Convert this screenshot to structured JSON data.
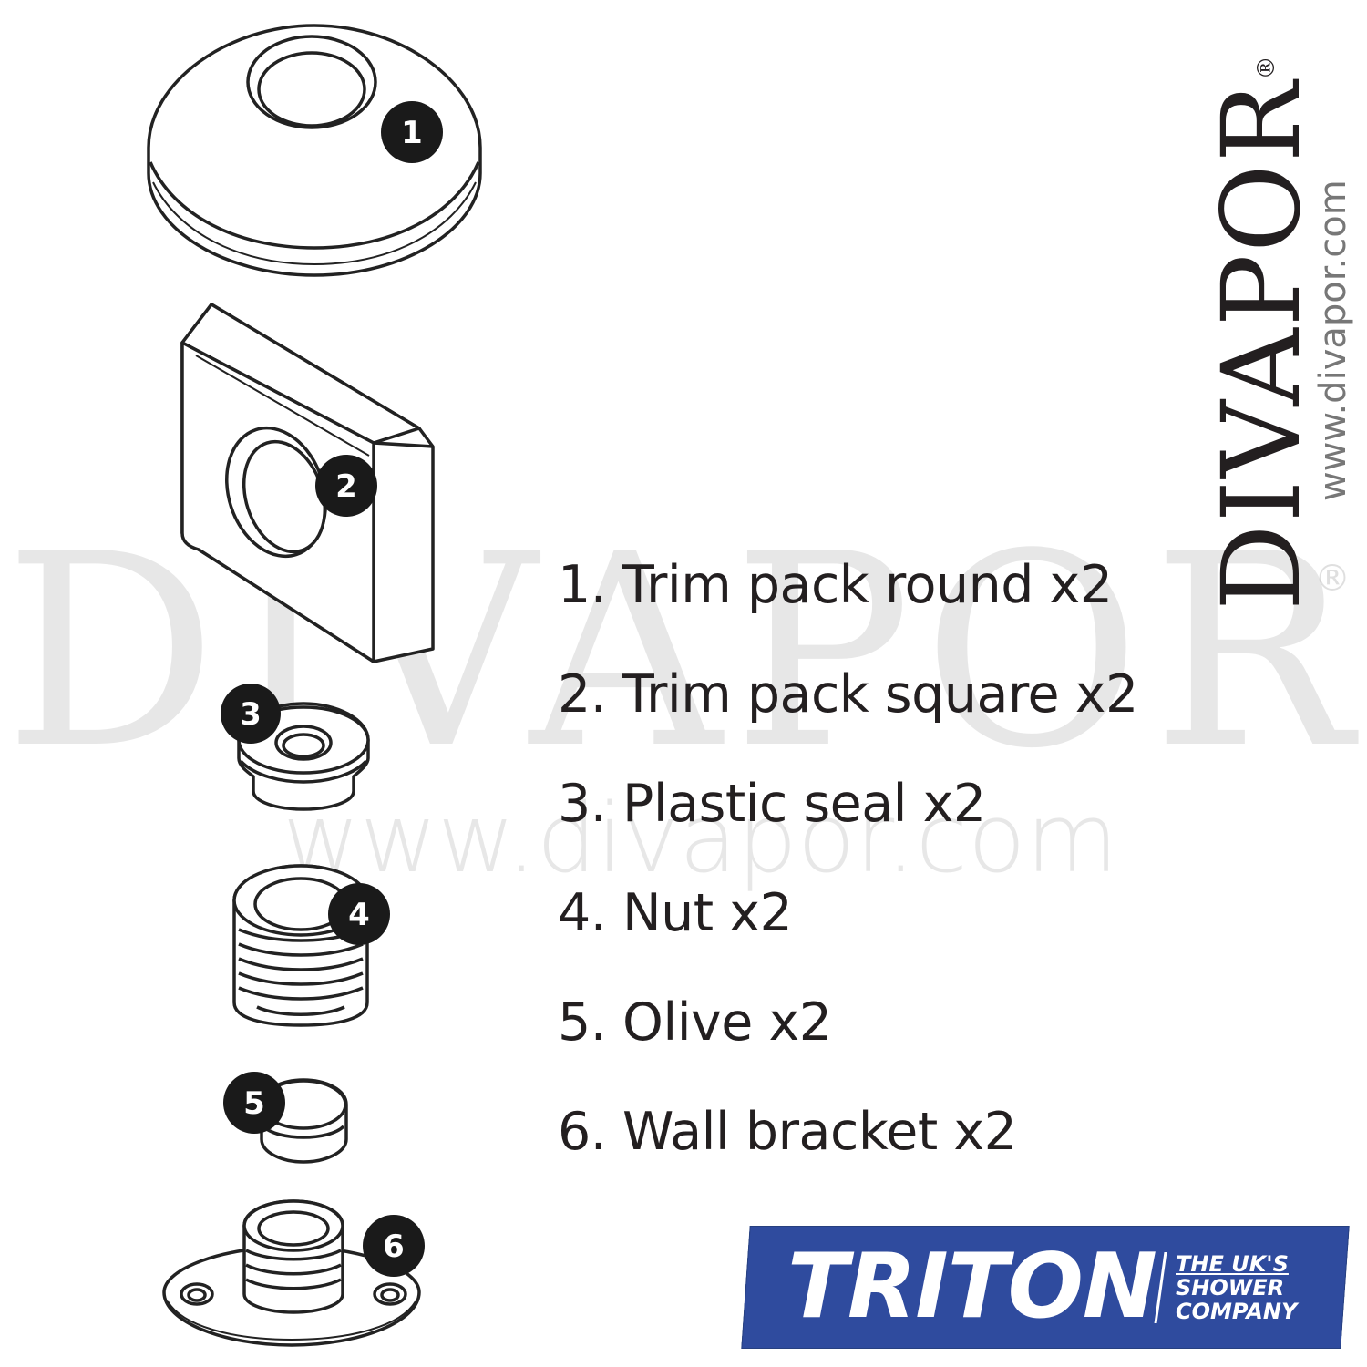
{
  "callouts": [
    "1",
    "2",
    "3",
    "4",
    "5",
    "6"
  ],
  "parts_list": [
    "1. Trim pack round x2",
    "2. Trim pack square x2",
    "3. Plastic seal x2",
    "4. Nut x2",
    "5. Olive x2",
    "6. Wall bracket x2"
  ],
  "watermark": {
    "brand": "DIVAPOR",
    "url": "www.divapor.com",
    "registered": "®"
  },
  "vertical_logo": {
    "brand": "DIVAPOR",
    "registered": "®",
    "url": "www.divapor.com"
  },
  "triton_logo": {
    "name": "TRITON",
    "tagline_line1": "THE UK'S",
    "tagline_line2": "SHOWER",
    "tagline_line3": "COMPANY",
    "color": "#2f4b9e"
  },
  "colors": {
    "ink": "#231f20",
    "badge": "#1a1a1a",
    "line": "#222222"
  }
}
